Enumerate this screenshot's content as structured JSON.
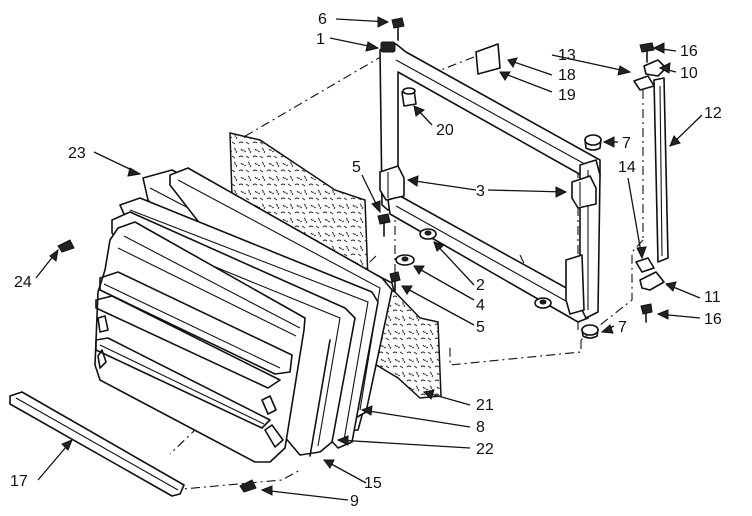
{
  "diagram": {
    "callouts": [
      {
        "id": "c6",
        "text": "6"
      },
      {
        "id": "c1",
        "text": "1"
      },
      {
        "id": "c13",
        "text": "13"
      },
      {
        "id": "c16a",
        "text": "16"
      },
      {
        "id": "c18",
        "text": "18"
      },
      {
        "id": "c10",
        "text": "10"
      },
      {
        "id": "c19",
        "text": "19"
      },
      {
        "id": "c20",
        "text": "20"
      },
      {
        "id": "c12",
        "text": "12"
      },
      {
        "id": "c7a",
        "text": "7"
      },
      {
        "id": "c14",
        "text": "14"
      },
      {
        "id": "c23",
        "text": "23"
      },
      {
        "id": "c5a",
        "text": "5"
      },
      {
        "id": "c3",
        "text": "3"
      },
      {
        "id": "c24",
        "text": "24"
      },
      {
        "id": "c2",
        "text": "2"
      },
      {
        "id": "c4",
        "text": "4"
      },
      {
        "id": "c5b",
        "text": "5"
      },
      {
        "id": "c11",
        "text": "11"
      },
      {
        "id": "c16b",
        "text": "16"
      },
      {
        "id": "c7b",
        "text": "7"
      },
      {
        "id": "c21",
        "text": "21"
      },
      {
        "id": "c8",
        "text": "8"
      },
      {
        "id": "c22",
        "text": "22"
      },
      {
        "id": "c17",
        "text": "17"
      },
      {
        "id": "c15",
        "text": "15"
      },
      {
        "id": "c9",
        "text": "9"
      }
    ]
  }
}
